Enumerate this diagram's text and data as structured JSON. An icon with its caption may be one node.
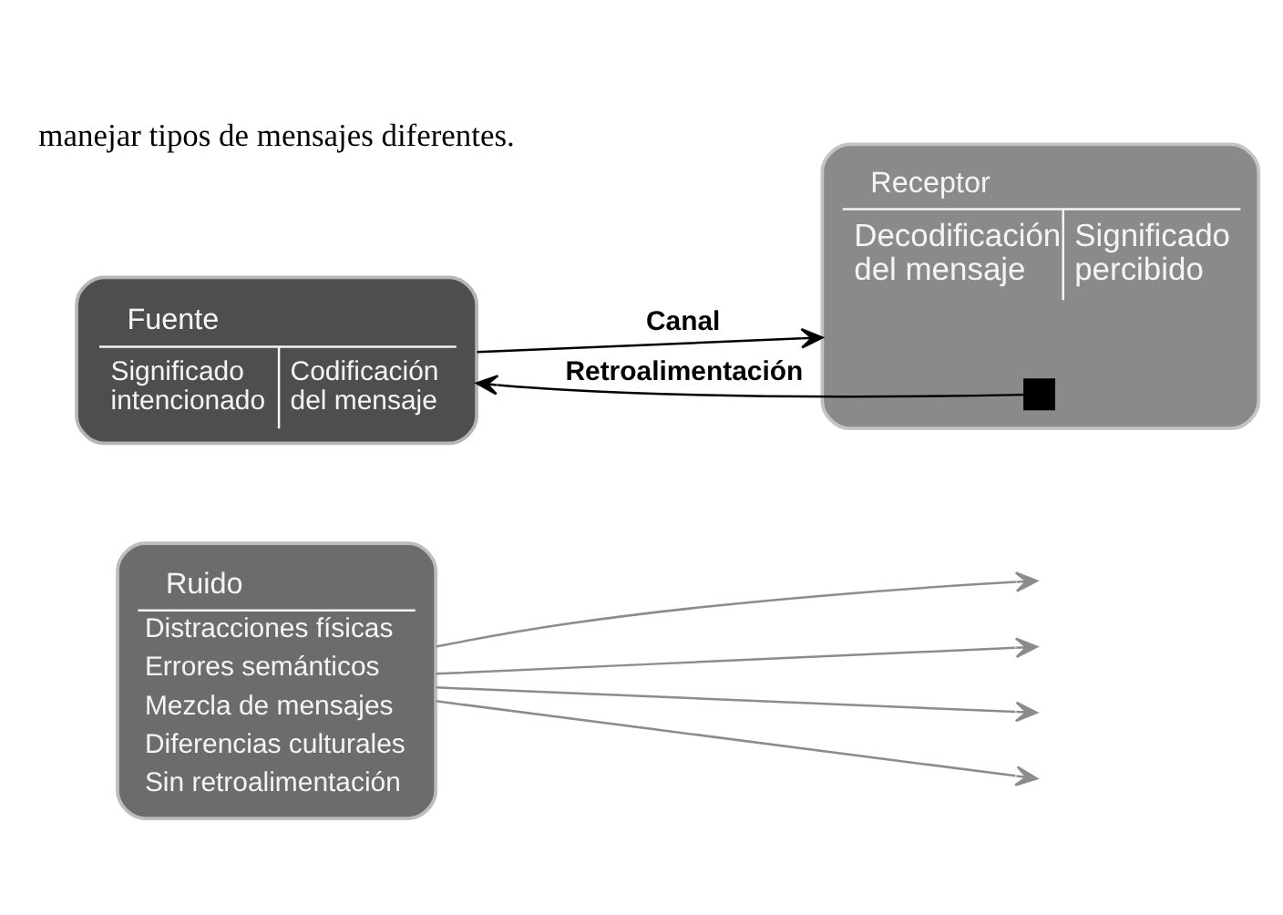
{
  "diagram": {
    "nodes": [
      {
        "text": [
          "Fuente",
          "Significado intencionado",
          "Codificación del mensaje"
        ]
      },
      {
        "text": [
          "Receptor",
          "Decodificación del mensaje",
          "Significado percibido"
        ]
      },
      {
        "text": [],
        "shape": "box",
        "in": 1
      },
      {
        "text": [
          "Ruido",
          "Distracciones físicas",
          "Errores semánticos",
          "Mezcla de mensajes",
          "Diferencias culturales",
          "Sin retroalimentación"
        ]
      }
    ],
    "edges": [
      {
        "from": 0,
        "to": 1,
        "arrow": "to",
        "label": "Canal",
        "color": "#000000"
      },
      {
        "from": 2,
        "to": 0,
        "arrow": "to",
        "label": "Retroalimentación",
        "color": "#000000"
      },
      {
        "from": 3,
        "to": null,
        "arrow": "to",
        "color": "#8c8c8c"
      },
      {
        "from": 3,
        "to": null,
        "arrow": "to",
        "color": "#8c8c8c"
      },
      {
        "from": 3,
        "to": null,
        "arrow": "to",
        "color": "#8c8c8c"
      },
      {
        "from": 3,
        "to": null,
        "arrow": "to",
        "color": "#8c8c8c"
      }
    ],
    "labels": [
      "manejar tipos de mensajes diferentes."
    ]
  }
}
